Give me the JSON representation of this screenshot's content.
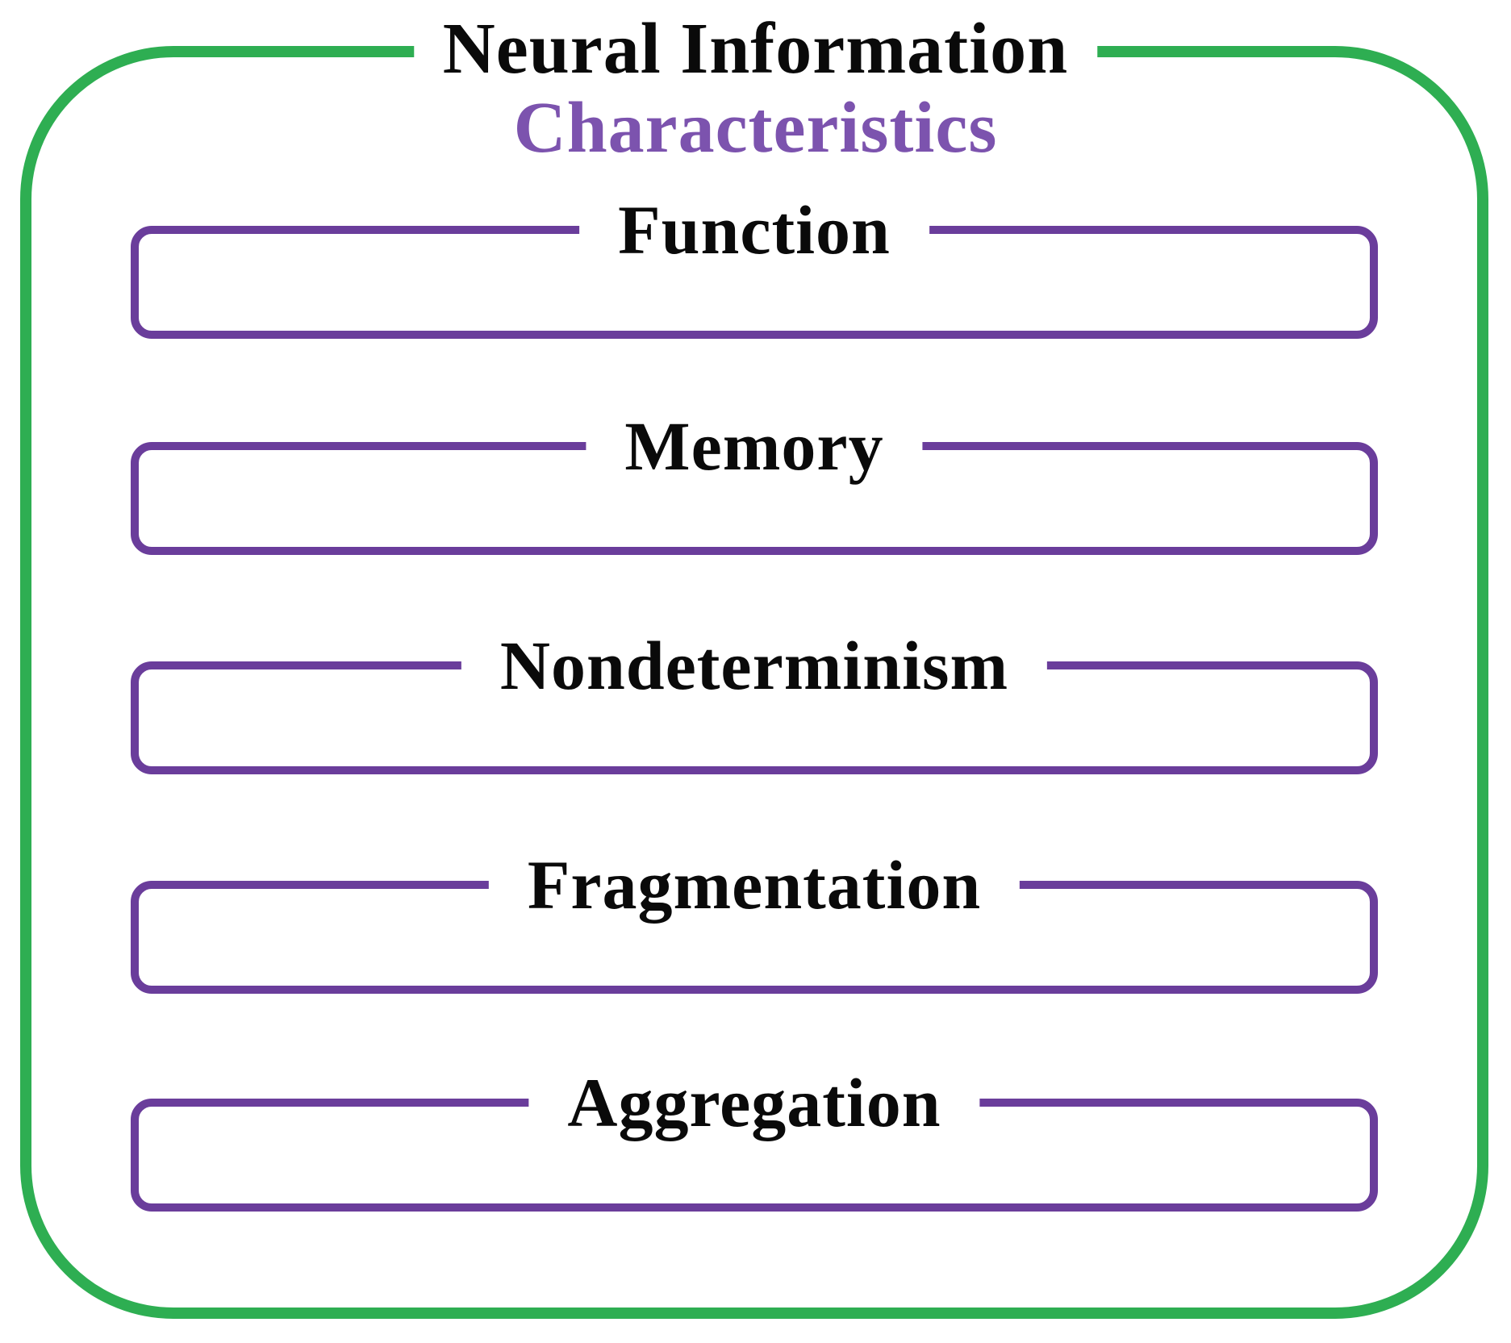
{
  "title": {
    "line1": "Neural Information",
    "line2": "Characteristics"
  },
  "boxes": [
    {
      "label": "Function"
    },
    {
      "label": "Memory"
    },
    {
      "label": "Nondeterminism"
    },
    {
      "label": "Fragmentation"
    },
    {
      "label": "Aggregation"
    }
  ],
  "colors": {
    "outer_border": "#2EAE52",
    "box_border": "#6A3D9B",
    "title_line1_color": "#0A0A0A",
    "title_line2_color": "#7C53AE",
    "label_color": "#0A0A0A",
    "bg": "#FFFFFF"
  }
}
